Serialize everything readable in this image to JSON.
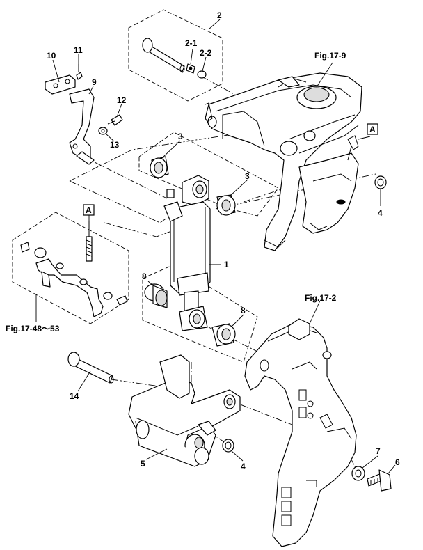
{
  "callouts": {
    "c1": "1",
    "c2": "2",
    "c2_1": "2-1",
    "c2_2": "2-2",
    "c3a": "3",
    "c3b": "3",
    "c4a": "4",
    "c4b": "4",
    "c5": "5",
    "c6": "6",
    "c7": "7",
    "c8a": "8",
    "c8b": "8",
    "c9": "9",
    "c10": "10",
    "c11": "11",
    "c12": "12",
    "c13": "13",
    "c14": "14"
  },
  "references": {
    "fig_17_9": "Fig.17-9",
    "fig_17_2": "Fig.17-2",
    "fig_17_48_53": "Fig.17-48～53",
    "marker_a_top": "A",
    "marker_a_left": "A"
  }
}
